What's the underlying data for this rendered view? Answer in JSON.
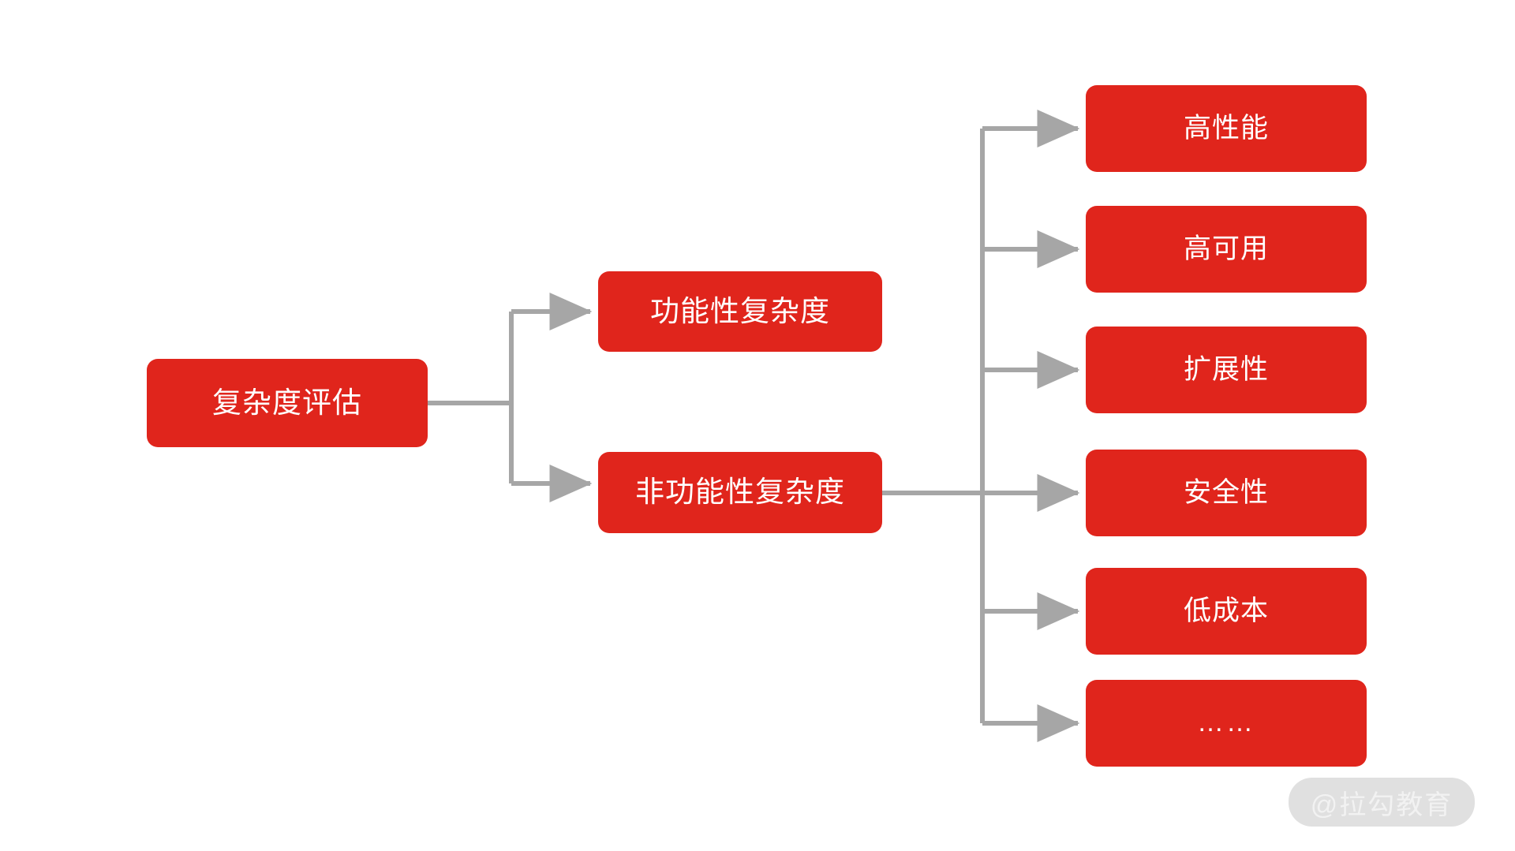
{
  "diagram": {
    "title": "复杂度评估",
    "colors": {
      "node_fill": "#E0251C",
      "node_text": "#FFFFFF",
      "connector": "#A6A6A6",
      "background": "#FFFFFF",
      "watermark_pill": "#E0E0E0",
      "watermark_text": "#F2F2F2"
    },
    "root": {
      "label": "复杂度评估"
    },
    "branches": [
      {
        "label": "功能性复杂度"
      },
      {
        "label": "非功能性复杂度"
      }
    ],
    "leaves": [
      {
        "label": "高性能"
      },
      {
        "label": "高可用"
      },
      {
        "label": "扩展性"
      },
      {
        "label": "安全性"
      },
      {
        "label": "低成本"
      },
      {
        "label": "……"
      }
    ]
  },
  "watermark": {
    "text": "@拉勾教育"
  }
}
